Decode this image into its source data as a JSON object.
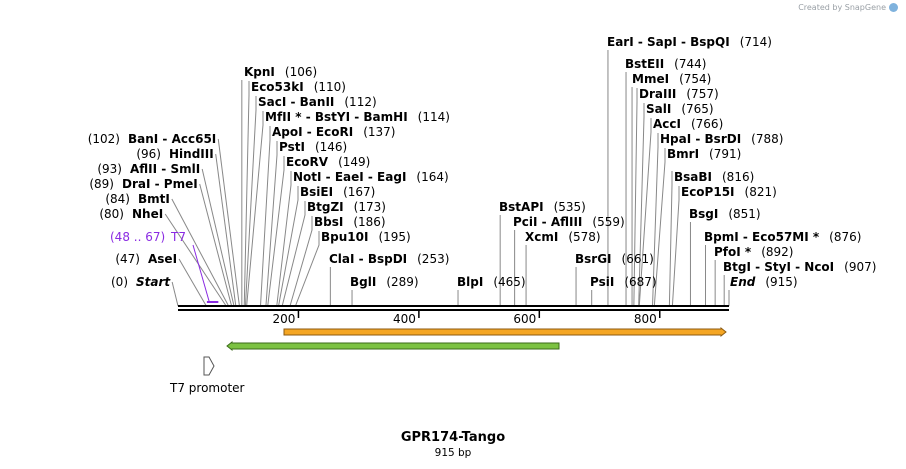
{
  "credit": "Created by SnapGene",
  "map": {
    "name": "GPR174-Tango",
    "length": "915 bp"
  },
  "ticks": [
    "200",
    "400",
    "600",
    "800"
  ],
  "features": [
    {
      "name": "T7 promoter",
      "range": "(48 .. 67)",
      "label": "T7"
    }
  ],
  "sites": [
    {
      "name": "Start",
      "pos": "(0)",
      "bp": 0
    },
    {
      "name": "AseI",
      "pos": "(47)",
      "bp": 47
    },
    {
      "name": "NheI",
      "pos": "(80)",
      "bp": 80
    },
    {
      "name": "BmtI",
      "pos": "(84)",
      "bp": 84
    },
    {
      "name": "DraI  -  PmeI",
      "pos": "(89)",
      "bp": 89
    },
    {
      "name": "AflII  -  SmlI",
      "pos": "(93)",
      "bp": 93
    },
    {
      "name": "HindIII",
      "pos": "(96)",
      "bp": 96
    },
    {
      "name": "BanI  -  Acc65I",
      "pos": "(102)",
      "bp": 102
    },
    {
      "name": "KpnI",
      "pos": "(106)",
      "bp": 106
    },
    {
      "name": "Eco53kI",
      "pos": "(110)",
      "bp": 110
    },
    {
      "name": "SacI  -  BanII",
      "pos": "(112)",
      "bp": 112
    },
    {
      "name": "MfII *  -  BstYI  -  BamHI",
      "pos": "(114)",
      "bp": 114
    },
    {
      "name": "ApoI  -  EcoRI",
      "pos": "(137)",
      "bp": 137
    },
    {
      "name": "PstI",
      "pos": "(146)",
      "bp": 146
    },
    {
      "name": "EcoRV",
      "pos": "(149)",
      "bp": 149
    },
    {
      "name": "NotI  -  EaeI  -  EagI",
      "pos": "(164)",
      "bp": 164
    },
    {
      "name": "BsiEI",
      "pos": "(167)",
      "bp": 167
    },
    {
      "name": "BtgZI",
      "pos": "(173)",
      "bp": 173
    },
    {
      "name": "BbsI",
      "pos": "(186)",
      "bp": 186
    },
    {
      "name": "Bpu10I",
      "pos": "(195)",
      "bp": 195
    },
    {
      "name": "ClaI  -  BspDI",
      "pos": "(253)",
      "bp": 253
    },
    {
      "name": "BglI",
      "pos": "(289)",
      "bp": 289
    },
    {
      "name": "BlpI",
      "pos": "(465)",
      "bp": 465
    },
    {
      "name": "BstAPI",
      "pos": "(535)",
      "bp": 535
    },
    {
      "name": "PciI  -  AflIII",
      "pos": "(559)",
      "bp": 559
    },
    {
      "name": "XcmI",
      "pos": "(578)",
      "bp": 578
    },
    {
      "name": "BsrGI",
      "pos": "(661)",
      "bp": 661
    },
    {
      "name": "PsiI",
      "pos": "(687)",
      "bp": 687
    },
    {
      "name": "EarI  -  SapI  -  BspQI",
      "pos": "(714)",
      "bp": 714
    },
    {
      "name": "BstEII",
      "pos": "(744)",
      "bp": 744
    },
    {
      "name": "MmeI",
      "pos": "(754)",
      "bp": 754
    },
    {
      "name": "DraIII",
      "pos": "(757)",
      "bp": 757
    },
    {
      "name": "SalI",
      "pos": "(765)",
      "bp": 765
    },
    {
      "name": "AccI",
      "pos": "(766)",
      "bp": 766
    },
    {
      "name": "HpaI  -  BsrDI",
      "pos": "(788)",
      "bp": 788
    },
    {
      "name": "BmrI",
      "pos": "(791)",
      "bp": 791
    },
    {
      "name": "BsaBI",
      "pos": "(816)",
      "bp": 816
    },
    {
      "name": "EcoP15I",
      "pos": "(821)",
      "bp": 821
    },
    {
      "name": "BsgI",
      "pos": "(851)",
      "bp": 851
    },
    {
      "name": "BpmI  -  Eco57MI *",
      "pos": "(876)",
      "bp": 876
    },
    {
      "name": "PfoI *",
      "pos": "(892)",
      "bp": 892
    },
    {
      "name": "BtgI  -  StyI  -  NcoI",
      "pos": "(907)",
      "bp": 907
    },
    {
      "name": "End",
      "pos": "(915)",
      "bp": 915
    }
  ],
  "colors": {
    "feature_purple": "#8a2be2",
    "orange_arrow": "#f5a623",
    "green_arrow": "#7cc242",
    "credit_gray": "#9aa0a6"
  }
}
